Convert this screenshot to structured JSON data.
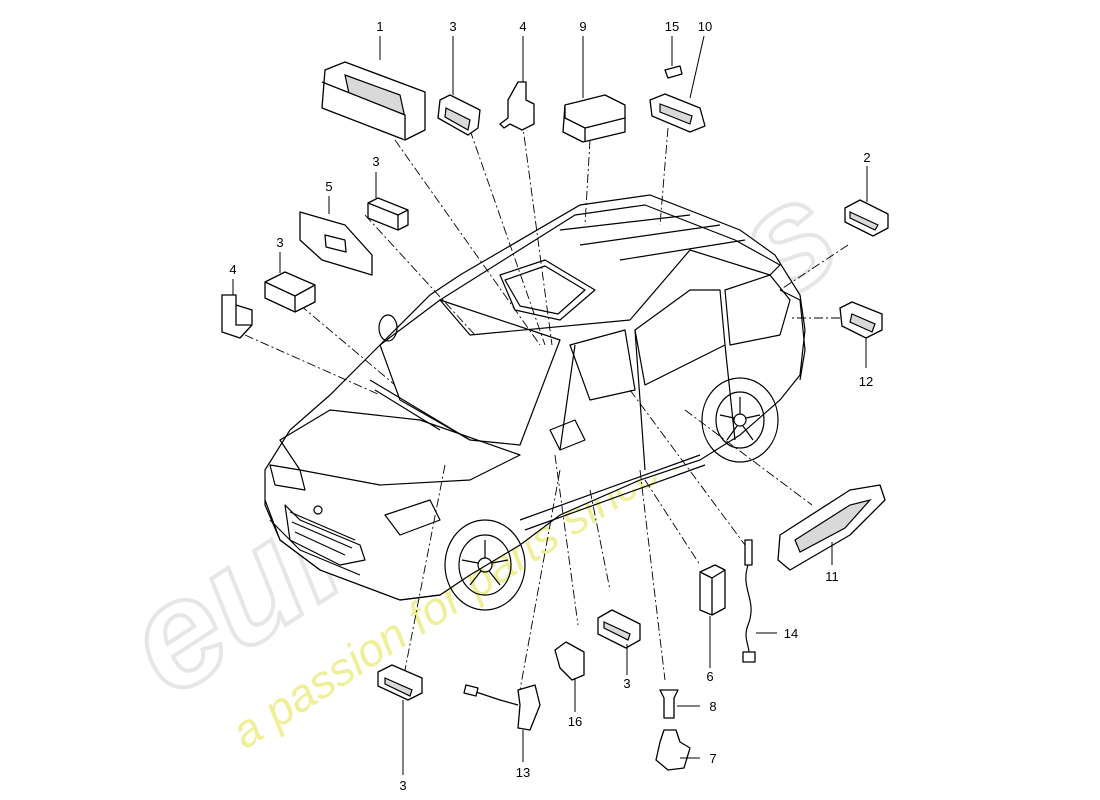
{
  "watermark": {
    "brand": "eurospares",
    "tagline": "a passion for parts since 1985"
  },
  "callouts": [
    {
      "id": "c1",
      "number": "1"
    },
    {
      "id": "c3a",
      "number": "3"
    },
    {
      "id": "c4a",
      "number": "4"
    },
    {
      "id": "c9",
      "number": "9"
    },
    {
      "id": "c15",
      "number": "15"
    },
    {
      "id": "c10",
      "number": "10"
    },
    {
      "id": "c3b",
      "number": "3"
    },
    {
      "id": "c5",
      "number": "5"
    },
    {
      "id": "c3c",
      "number": "3"
    },
    {
      "id": "c4b",
      "number": "4"
    },
    {
      "id": "c2",
      "number": "2"
    },
    {
      "id": "c12",
      "number": "12"
    },
    {
      "id": "c11",
      "number": "11"
    },
    {
      "id": "c14",
      "number": "14"
    },
    {
      "id": "c6",
      "number": "6"
    },
    {
      "id": "c8",
      "number": "8"
    },
    {
      "id": "c7",
      "number": "7"
    },
    {
      "id": "c3d",
      "number": "3"
    },
    {
      "id": "c16",
      "number": "16"
    },
    {
      "id": "c13",
      "number": "13"
    },
    {
      "id": "c3e",
      "number": "3"
    }
  ]
}
